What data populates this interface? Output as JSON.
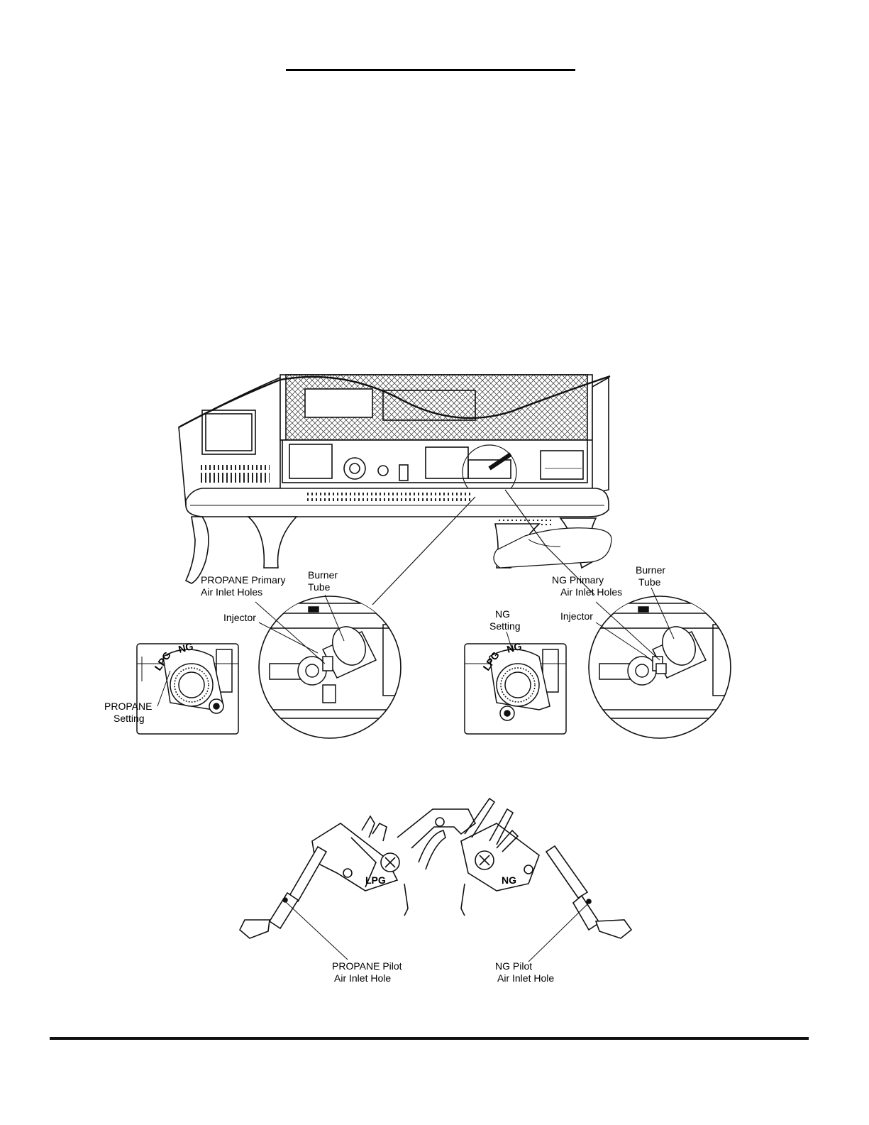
{
  "labels": {
    "propane_primary_l1": "PROPANE Primary",
    "propane_primary_l2": "Air Inlet Holes",
    "burner_tube_left_l1": "Burner",
    "burner_tube_left_l2": "Tube",
    "injector_left": "Injector",
    "propane_setting_l1": "PROPANE",
    "propane_setting_l2": "Setting",
    "ng_primary_l1": "NG Primary",
    "ng_primary_l2": "Air Inlet Holes",
    "burner_tube_right_l1": "Burner",
    "burner_tube_right_l2": "Tube",
    "ng_setting_l1": "NG",
    "ng_setting_l2": "Setting",
    "injector_right": "Injector",
    "propane_pilot_l1": "PROPANE Pilot",
    "propane_pilot_l2": "Air Inlet Hole",
    "ng_pilot_l1": "NG Pilot",
    "ng_pilot_l2": "Air Inlet Hole",
    "knob_lpg_mark": "LPG",
    "knob_ng_mark": "NG",
    "pilot_lpg_mark": "LPG",
    "pilot_ng_mark": "NG"
  }
}
